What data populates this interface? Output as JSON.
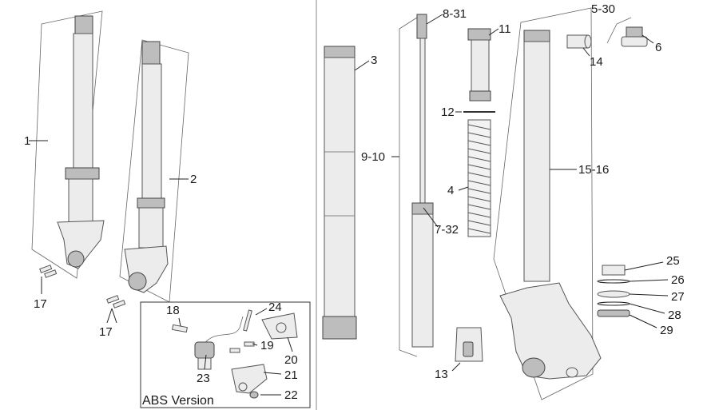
{
  "labels": {
    "l1": "1",
    "l2": "2",
    "l17a": "17",
    "l17b": "17",
    "l18": "18",
    "l19": "19",
    "l20": "20",
    "l21": "21",
    "l22": "22",
    "l23": "23",
    "l24": "24",
    "l3": "3",
    "l4": "4",
    "l531": "8-31",
    "l11": "11",
    "l12": "12",
    "l530": "5-30",
    "l6": "6",
    "l14": "14",
    "l910": "9-10",
    "l732": "7-32",
    "l1516": "15-16",
    "l13": "13",
    "l25": "25",
    "l26": "26",
    "l27": "27",
    "l28": "28",
    "l29": "29"
  },
  "abs_box": {
    "title": "ABS Version"
  }
}
